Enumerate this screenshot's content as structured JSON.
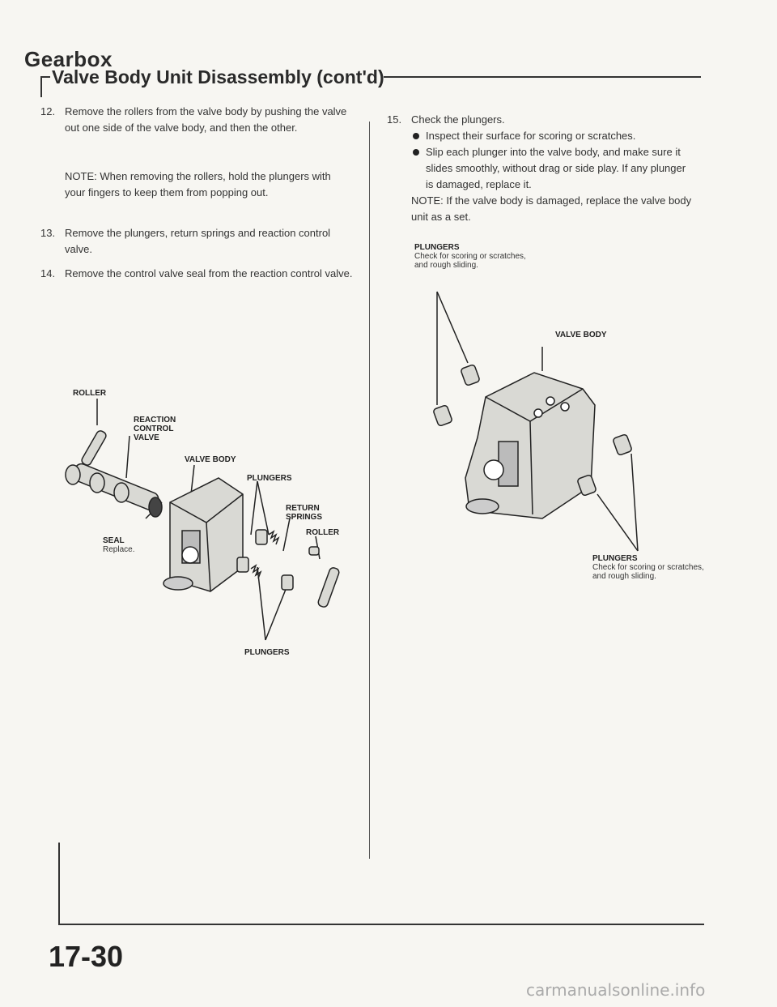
{
  "header": {
    "section": "Gearbox",
    "subsection": "Valve Body Unit Disassembly (cont'd)"
  },
  "left": {
    "steps": [
      {
        "num": "12.",
        "text": "Remove the rollers from the valve body by pushing the valve out one side of the valve body, and then the other."
      },
      {
        "num": "13.",
        "text": "Remove the plungers, return springs and reaction control valve."
      },
      {
        "num": "14.",
        "text": "Remove the control valve seal from the reaction control valve."
      }
    ],
    "note": "NOTE: When removing the rollers, hold the plungers with your fingers to keep them from popping out.",
    "figure": {
      "roller_top": "ROLLER",
      "reaction_valve": "REACTION CONTROL VALVE",
      "valve_body": "VALVE BODY",
      "plungers_top": "PLUNGERS",
      "return_springs": "RETURN SPRINGS",
      "roller_right": "ROLLER",
      "seal": "SEAL",
      "seal_note": "Replace.",
      "plungers_bottom": "PLUNGERS"
    }
  },
  "right": {
    "step": {
      "num": "15.",
      "text": "Check the plungers."
    },
    "bullets": [
      "Inspect their surface for scoring or scratches.",
      "Slip each plunger into the valve body, and make sure it slides smoothly, without drag or side play. If any plunger is damaged, replace it."
    ],
    "note": "NOTE: If the valve body is damaged, replace the valve body unit as a set.",
    "figure": {
      "plungers_top": "PLUNGERS",
      "plungers_top_note": "Check for scoring or scratches, and rough sliding.",
      "valve_body": "VALVE BODY",
      "plungers_bottom": "PLUNGERS",
      "plungers_bottom_note": "Check for scoring or scratches, and rough sliding."
    }
  },
  "footer": {
    "page_number": "17-30",
    "watermark": "carmanualsonline.info"
  }
}
